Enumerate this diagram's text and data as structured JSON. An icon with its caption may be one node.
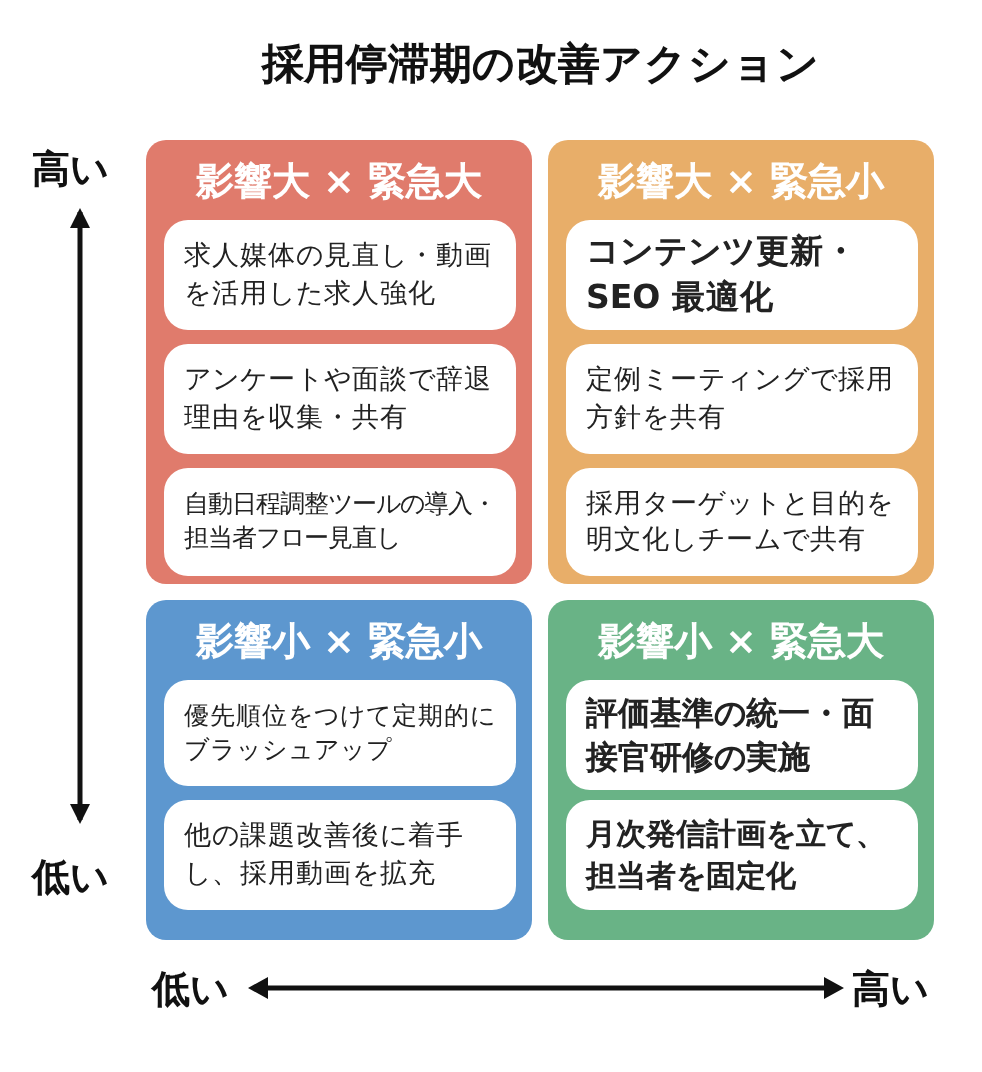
{
  "diagram": {
    "title": "採用停滞期の改善アクション",
    "nodes": [
      {
        "text": [
          "影響大 × 緊急大"
        ]
      },
      {
        "text": [
          "求人媒体の見直し・動画を活用した求人強化"
        ],
        "in": 0
      },
      {
        "text": [
          "アンケートや面談で辞退理由を収集・共有"
        ],
        "in": 0
      },
      {
        "text": [
          "自動日程調整ツールの導入・担当者フロー見直し"
        ],
        "in": 0
      },
      {
        "text": [
          "影響大 × 緊急小"
        ]
      },
      {
        "text": [
          "コンテンツ更新・SEO 最適化"
        ],
        "in": 4
      },
      {
        "text": [
          "定例ミーティングで採用方針を共有"
        ],
        "in": 4
      },
      {
        "text": [
          "採用ターゲットと目的を明文化しチームで共有"
        ],
        "in": 4
      },
      {
        "text": [
          "影響小 × 緊急小"
        ]
      },
      {
        "text": [
          "優先順位をつけて定期的にブラッシュアップ"
        ],
        "in": 8
      },
      {
        "text": [
          "他の課題改善後に着手し、採用動画を拡充"
        ],
        "in": 8
      },
      {
        "text": [
          "影響小 × 緊急大"
        ]
      },
      {
        "text": [
          "評価基準の統一・面接官研修の実施"
        ],
        "in": 11
      },
      {
        "text": [
          "月次発信計画を立て、担当者を固定化"
        ],
        "in": 11
      }
    ],
    "edges": [],
    "labels": [
      "高い",
      "低い",
      "低い",
      "高い"
    ]
  }
}
